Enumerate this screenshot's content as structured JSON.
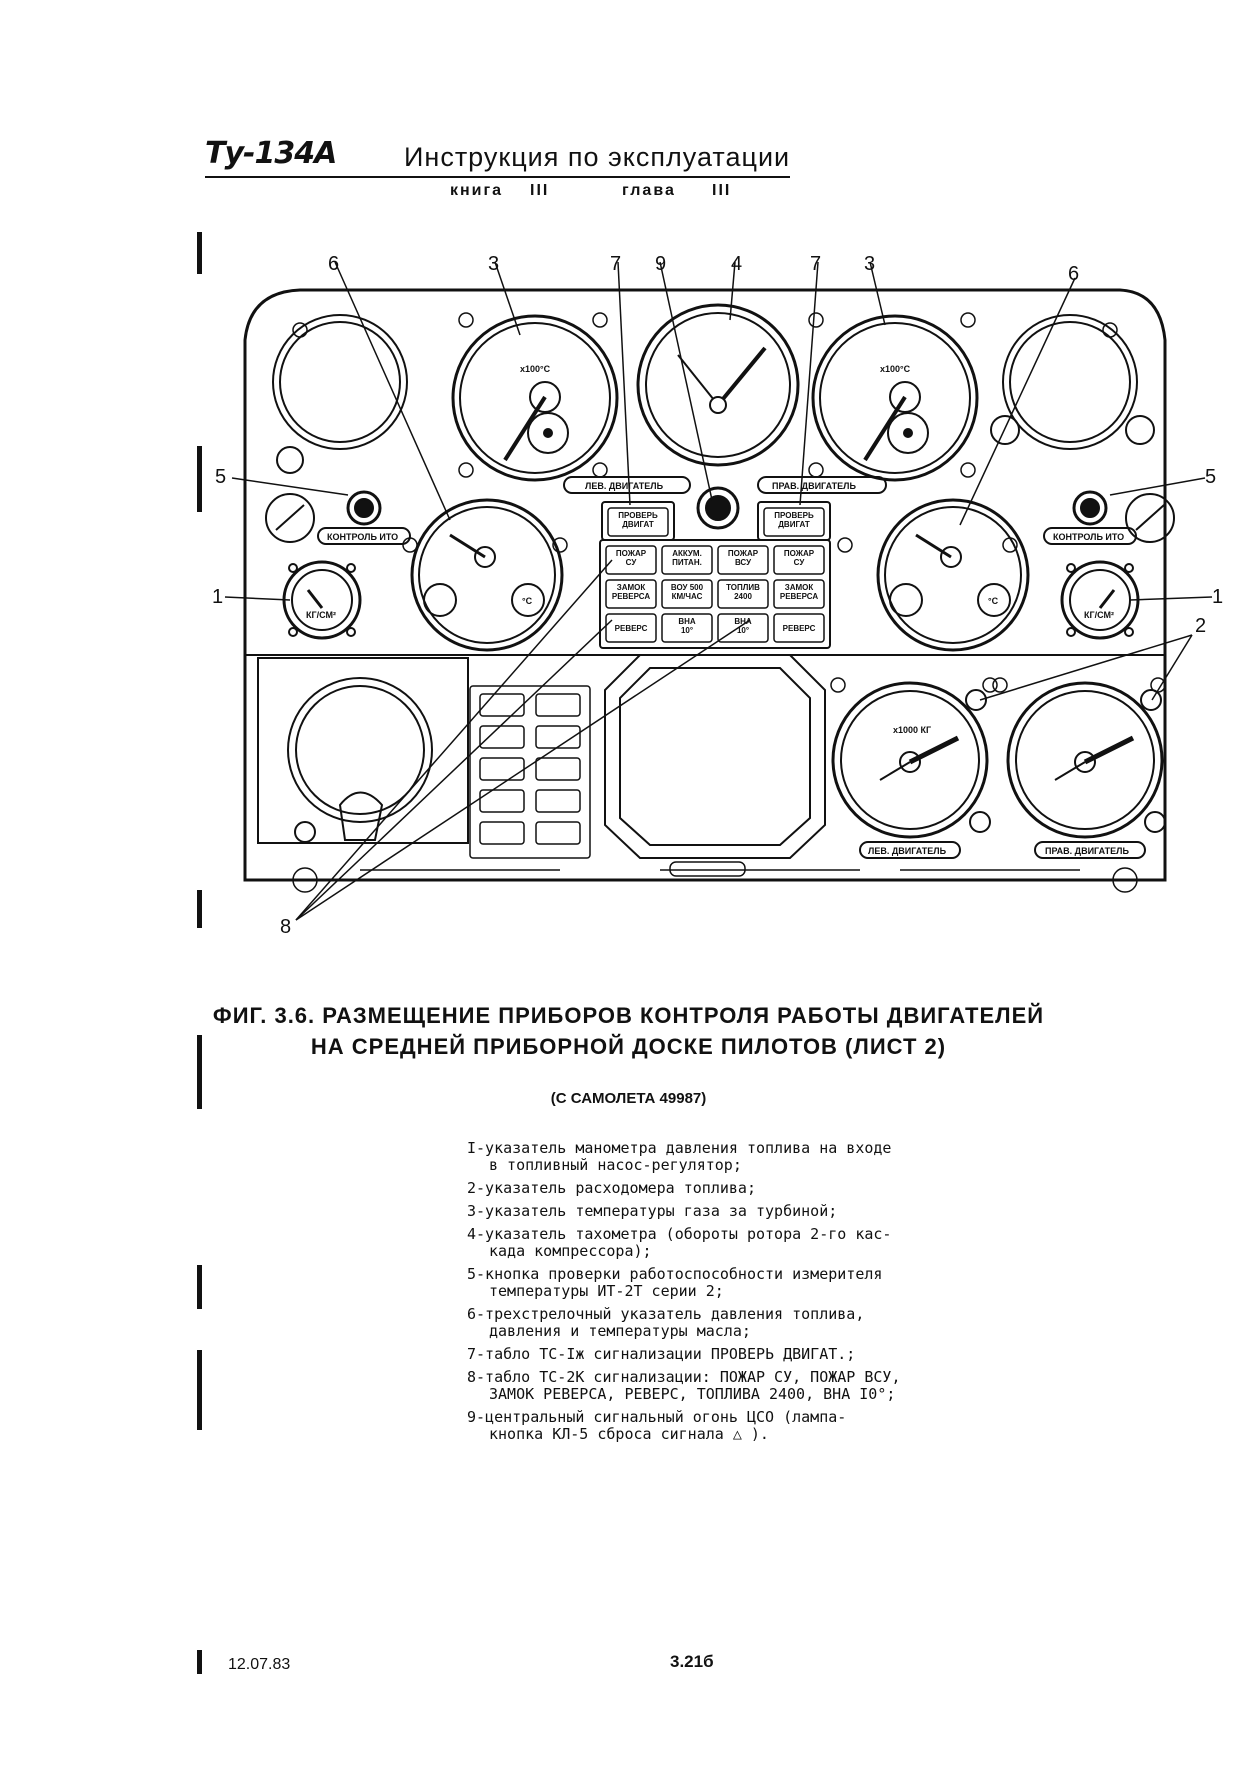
{
  "header": {
    "logo": "Ту-134А",
    "title": "Инструкция по эксплуатации",
    "book_label": "книга",
    "book_value": "III",
    "chapter_label": "глава",
    "chapter_value": "III"
  },
  "figure": {
    "callouts": [
      "6",
      "3",
      "7",
      "9",
      "4",
      "7",
      "3",
      "6",
      "5",
      "5",
      "1",
      "1",
      "2",
      "8"
    ],
    "gauge_labels": {
      "egt_unit": "x100°С",
      "left_engine": "ЛЕВ. ДВИГАТЕЛЬ",
      "right_engine": "ПРАВ. ДВИГАТЕЛЬ",
      "ito_check_left": "КОНТРОЛЬ ИТО",
      "ito_check_right": "КОНТРОЛЬ ИТО",
      "fuel_flow_unit": "x1000 КГ",
      "pressure_unit": "КГ/СМ²",
      "temp_unit": "°С"
    },
    "annunciators": {
      "check_engine_left": "ПРОВЕРЬ ДВИГАТ",
      "check_engine_right": "ПРОВЕРЬ ДВИГАТ",
      "rows": [
        [
          "ПОЖАР СУ",
          "АККУМ. ПИТАН.",
          "ПОЖАР ВСУ",
          "ПОЖАР СУ"
        ],
        [
          "ЗАМОК РЕВЕРСА",
          "ВОУ 500 КМ/ЧАС",
          "ТОПЛИВ 2400",
          "ЗАМОК РЕВЕРСА"
        ],
        [
          "РЕВЕРС",
          "ВНА 10°",
          "ВНА 10°",
          "РЕВЕРС"
        ]
      ]
    }
  },
  "caption": {
    "line1": "ФИГ. 3.6.  РАЗМЕЩЕНИЕ ПРИБОРОВ КОНТРОЛЯ РАБОТЫ ДВИГАТЕЛЕЙ",
    "line2": "НА СРЕДНЕЙ ПРИБОРНОЙ ДОСКЕ ПИЛОТОВ (ЛИСТ 2)",
    "subtitle": "(С САМОЛЕТА 49987)"
  },
  "legend": [
    {
      "l1": "I-указатель манометра давления топлива на входе",
      "l2": "в топливный насос-регулятор;"
    },
    {
      "l1": "2-указатель расходомера топлива;",
      "l2": ""
    },
    {
      "l1": "3-указатель температуры газа за турбиной;",
      "l2": ""
    },
    {
      "l1": "4-указатель тахометра (обороты ротора 2-го кас-",
      "l2": "када компрессора);"
    },
    {
      "l1": "5-кнопка проверки работоспособности измерителя",
      "l2": "температуры ИТ-2Т серии 2;"
    },
    {
      "l1": "6-трехстрелочный указатель давления топлива,",
      "l2": "давления и температуры масла;"
    },
    {
      "l1": "7-табло ТС-Iж сигнализации ПРОВЕРЬ ДВИГАТ.;",
      "l2": ""
    },
    {
      "l1": "8-табло ТС-2К сигнализации: ПОЖАР СУ, ПОЖАР ВСУ,",
      "l2": "ЗАМОК РЕВЕРСА, РЕВЕРС, ТОПЛИВА 2400, ВНА I0°;"
    },
    {
      "l1": "9-центральный сигнальный огонь ЦСО (лампа-",
      "l2": "кнопка КЛ-5 сброса сигнала △ )."
    }
  ],
  "footer": {
    "date": "12.07.83",
    "page": "3.21б"
  }
}
